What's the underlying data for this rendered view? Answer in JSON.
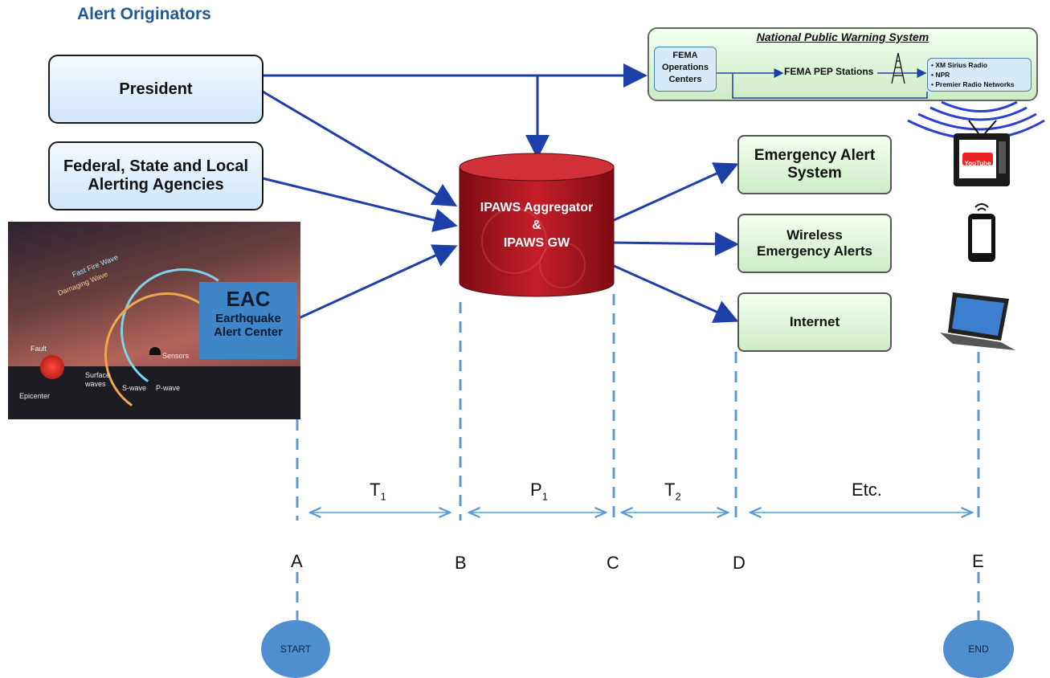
{
  "header": {
    "title": "Alert Originators"
  },
  "originators": {
    "president": "President",
    "agencies_line1": "Federal, State and Local",
    "agencies_line2": "Alerting Agencies"
  },
  "earthquake": {
    "labels": {
      "fault": "Fault",
      "epicenter": "Epicenter",
      "surface_waves_1": "Surface",
      "surface_waves_2": "waves",
      "s_wave": "S-wave",
      "p_wave": "P-wave",
      "sensors": "Sensors",
      "fast_wave": "Fast Fire Wave",
      "slow_wave": "Damaging Wave"
    },
    "eac": {
      "acronym": "EAC",
      "line1": "Earthquake",
      "line2": "Alert Center"
    }
  },
  "aggregator": {
    "line1": "IPAWS Aggregator",
    "line2": "&",
    "line3": "IPAWS GW"
  },
  "npws": {
    "title": "National Public Warning System",
    "fema_ops_1": "FEMA",
    "fema_ops_2": "Operations",
    "fema_ops_3": "Centers",
    "pep": "FEMA PEP Stations",
    "networks": [
      "• XM Sirius Radio",
      "• NPR",
      "• Premier Radio Networks"
    ]
  },
  "outputs": {
    "eas_1": "Emergency Alert",
    "eas_2": "System",
    "wea_1": "Wireless",
    "wea_2": "Emergency Alerts",
    "internet": "Internet"
  },
  "devices": {
    "tv_logo": "YouTube"
  },
  "timeline": {
    "t1": "T",
    "t1_sub": "1",
    "p1": "P",
    "p1_sub": "1",
    "t2": "T",
    "t2_sub": "2",
    "etc": "Etc.",
    "points": [
      "A",
      "B",
      "C",
      "D",
      "E"
    ],
    "start": "START",
    "end": "END"
  },
  "colors": {
    "arrow": "#1f3fa8",
    "dash": "#5b9bd5",
    "cylinder": "#b3141f",
    "title": "#1f5a96"
  }
}
